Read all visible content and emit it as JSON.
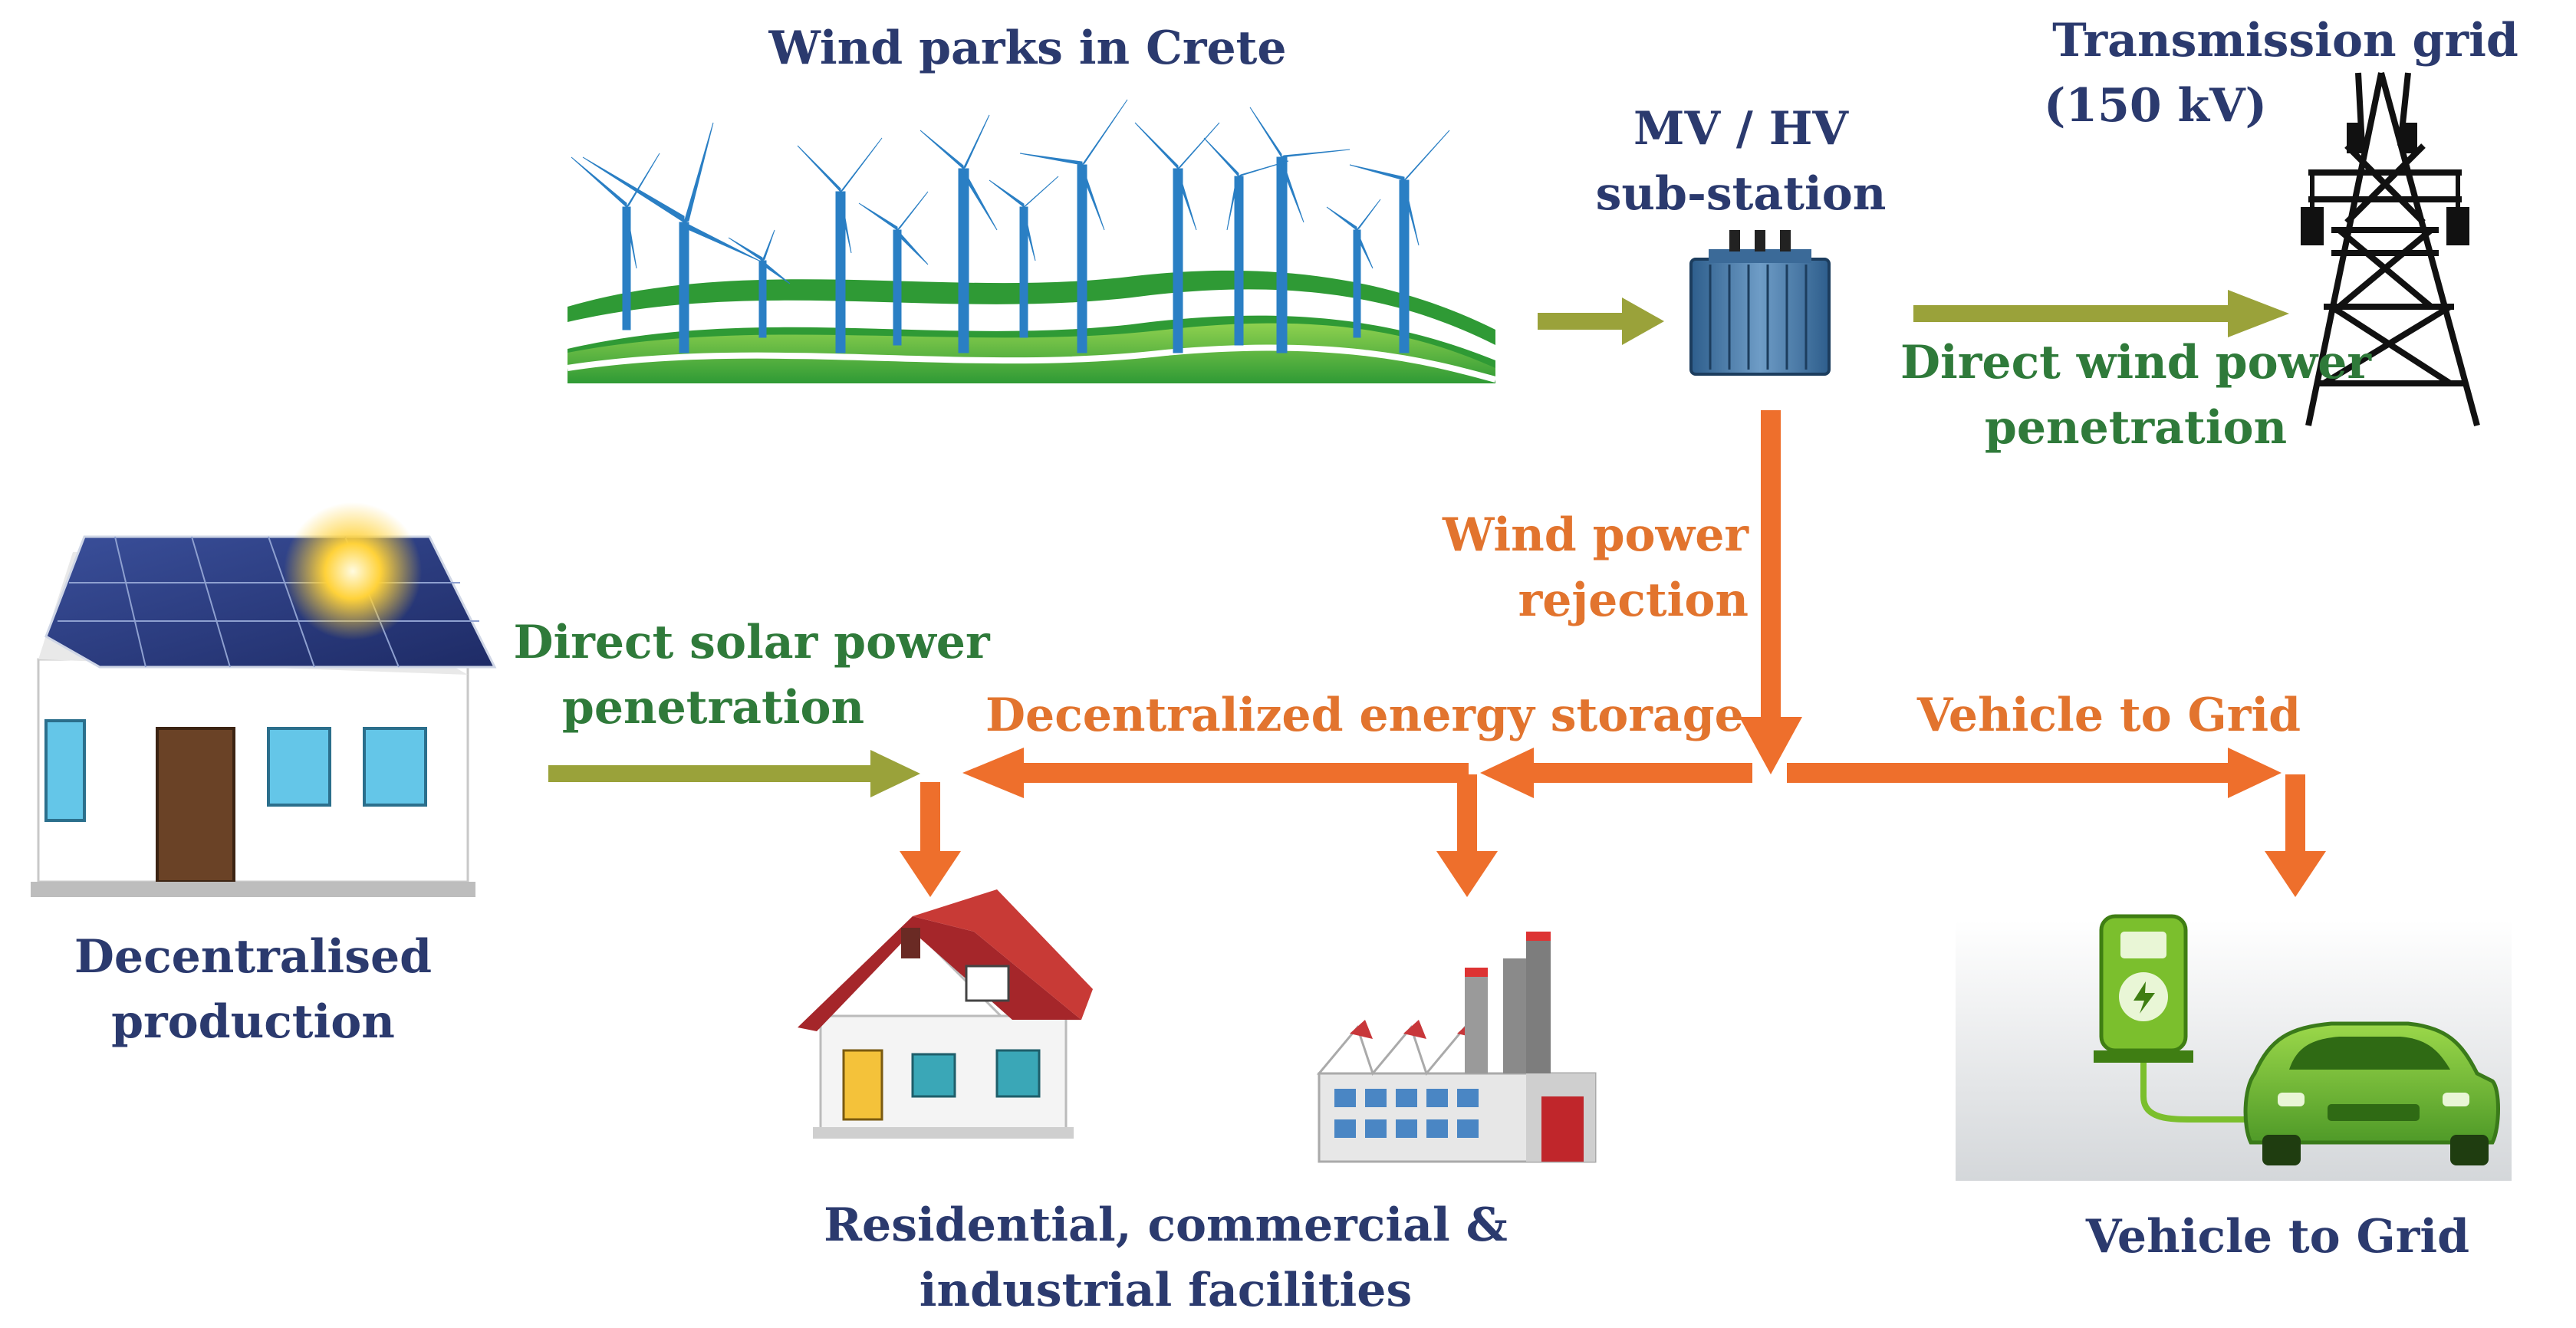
{
  "labels": {
    "wind_parks": "Wind parks in Crete",
    "substation_line1": "MV / HV",
    "substation_line2": "sub-station",
    "transmission_line1": "Transmission grid",
    "transmission_line2": "(150 kV)",
    "direct_wind_line1": "Direct wind power",
    "direct_wind_line2": "penetration",
    "wind_rejection_line1": "Wind power",
    "wind_rejection_line2": "rejection",
    "direct_solar_line1": "Direct solar power",
    "direct_solar_line2": "penetration",
    "decentralized_storage": "Decentralized energy storage",
    "v2g_arrow": "Vehicle to Grid",
    "decentralised_line1": "Decentralised",
    "decentralised_line2": "production",
    "facilities_line1": "Residential, commercial &",
    "facilities_line2": "industrial facilities",
    "v2g_bottom": "Vehicle to Grid"
  },
  "colors": {
    "navy_text": "#2b3a6e",
    "green_text": "#2f7a3a",
    "orange": "#ee6f2c",
    "olive_arrow": "#9aa23a",
    "turbine_blue": "#2a7fc4",
    "grass_green": "#3fae3a"
  },
  "icons": [
    "wind-turbines-icon",
    "transformer-icon",
    "transmission-tower-icon",
    "solar-house-icon",
    "residential-house-icon",
    "factory-icon",
    "ev-charger-icon",
    "electric-car-icon"
  ]
}
